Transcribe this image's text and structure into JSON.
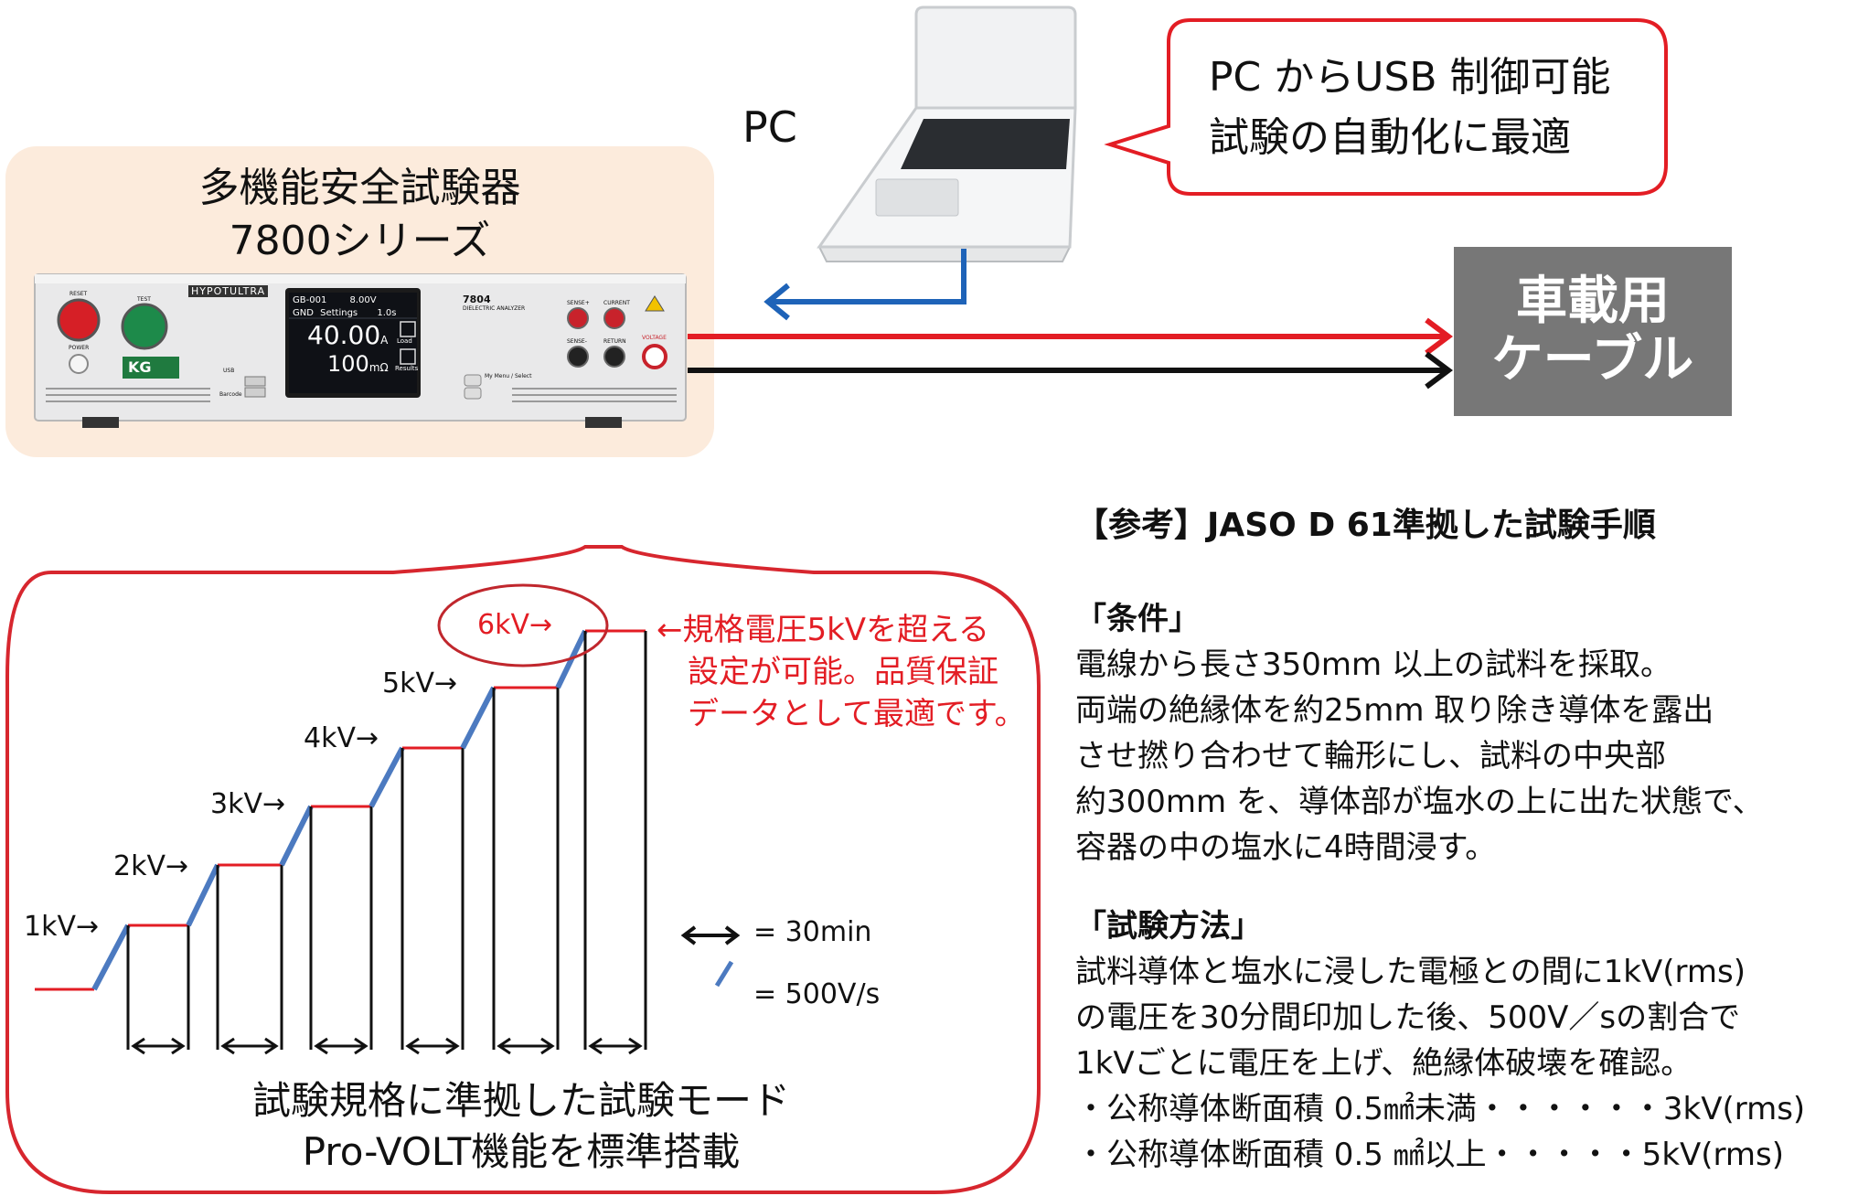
{
  "instrument": {
    "title_line1": "多機能安全試験器",
    "title_line2": "7800シリーズ",
    "brand": "HYPOTULTRA",
    "model": "7804",
    "model_desc": "DIELECTRIC ANALYZER",
    "logo": "KG",
    "labels": {
      "reset": "RESET",
      "test": "TEST",
      "power": "POWER",
      "sense_plus": "SENSE+",
      "current": "CURRENT",
      "sense_minus": "SENSE-",
      "return": "RETURN",
      "voltage": "VOLTAGE",
      "my_menu": "My Menu / Select",
      "usb": "USB",
      "barcode": "Barcode"
    },
    "screen": {
      "test_id": "GB-001",
      "voltage_set": "8.00V",
      "gnd": "GND",
      "settings": "Settings",
      "time": "1.0s",
      "current": "40.00",
      "current_unit": "A",
      "resistance": "100",
      "resistance_unit": "mΩ",
      "load": "Load",
      "results": "Results"
    }
  },
  "pc": {
    "label": "PC"
  },
  "bubble": {
    "line1": "PC からUSB 制御可能",
    "line2": "試験の自動化に最適"
  },
  "cable_box": {
    "line1": "車載用",
    "line2": "ケーブル"
  },
  "colors": {
    "red": "#e31d24",
    "blue": "#1e63b8",
    "black": "#111111",
    "gray_box": "#777777",
    "panel": "#fcebdc",
    "step_blue": "#4c7ac0"
  },
  "stairs": {
    "steps": [
      "1kV→",
      "2kV→",
      "3kV→",
      "4kV→",
      "5kV→",
      "6kV→"
    ],
    "note": [
      "←規格電圧5kVを超える",
      "設定が可能。品質保証",
      "データとして最適です。"
    ],
    "legend_time": "= 30min",
    "legend_rate": "= 500V/s",
    "footer_line1": "試験規格に準拠した試験モード",
    "footer_line2": "Pro-VOLT機能を標準搭載"
  },
  "reference": {
    "title": "【参考】JASO D 61準拠した試験手順",
    "cond_head": "「条件」",
    "cond_lines": [
      "電線から長さ350mm 以上の試料を採取。",
      "両端の絶縁体を約25mm 取り除き導体を露出",
      "させ撚り合わせて輪形にし、試料の中央部",
      "約300mm を、導体部が塩水の上に出た状態で、",
      "容器の中の塩水に4時間浸す。"
    ],
    "method_head": "「試験方法」",
    "method_lines": [
      "試料導体と塩水に浸した電極との間に1kV(rms)",
      "の電圧を30分間印加した後、500V／sの割合で",
      "1kVごとに電圧を上げ、絶縁体破壊を確認。",
      "・公称導体断面積  0.5㎟未満・・・・・・3kV(rms)",
      "・公称導体断面積  0.5 ㎟以上・・・・・5kV(rms)"
    ]
  }
}
